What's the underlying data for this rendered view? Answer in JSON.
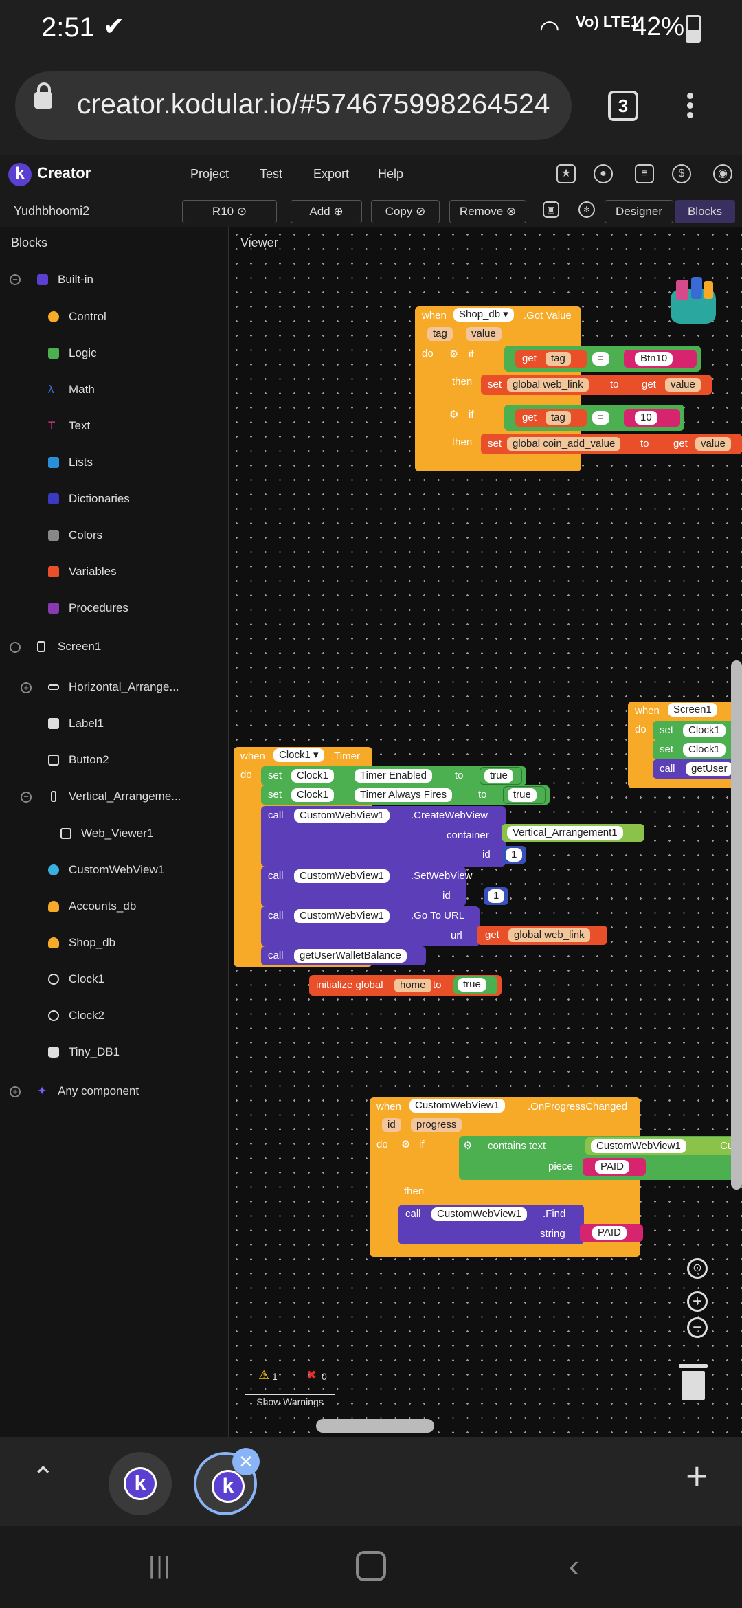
{
  "status": {
    "time": "2:51",
    "check": "✔",
    "net": "Vo) LTE1",
    "battery": "42%"
  },
  "browser": {
    "url": "creator.kodular.io/#574675998264524",
    "tabs": "3"
  },
  "app": {
    "brand": "Creator",
    "menu": [
      "Project",
      "Test",
      "Export",
      "Help"
    ]
  },
  "toolbar": {
    "project": "Yudhbhoomi2",
    "screen": "R10",
    "add": "Add",
    "copy": "Copy",
    "remove": "Remove",
    "designer": "Designer",
    "blocks": "Blocks"
  },
  "sidebar": {
    "title": "Blocks",
    "builtin": "Built-in",
    "items": [
      "Control",
      "Logic",
      "Math",
      "Text",
      "Lists",
      "Dictionaries",
      "Colors",
      "Variables",
      "Procedures"
    ],
    "screen": "Screen1",
    "components": [
      "Horizontal_Arrange...",
      "Label1",
      "Button2",
      "Vertical_Arrangeme...",
      "Web_Viewer1",
      "CustomWebView1",
      "Accounts_db",
      "Shop_db",
      "Clock1",
      "Clock2",
      "Tiny_DB1"
    ],
    "any": "Any component"
  },
  "viewer": {
    "title": "Viewer"
  },
  "blocks": {
    "shop": {
      "when": "when",
      "comp": "Shop_db",
      "event": ".Got Value",
      "p1": "tag",
      "p2": "value",
      "do": "do",
      "if": "if",
      "then": "then",
      "get": "get",
      "tag": "tag",
      "eq": "=",
      "btn10": "Btn10",
      "set": "set",
      "weblink": "global web_link",
      "to": "to",
      "value": "value",
      "ten": "10",
      "coin": "global coin_add_value"
    },
    "screen1": {
      "when": "when",
      "comp": "Screen1",
      "do": "do",
      "set": "set",
      "clock": "Clock1",
      "call": "call",
      "getuser": "getUser"
    },
    "clock": {
      "when": "when",
      "comp": "Clock1",
      "event": ".Timer",
      "do": "do",
      "set": "set",
      "clock": "Clock1",
      "te": "Timer Enabled",
      "taf": "Timer Always Fires",
      "to": "to",
      "true": "true",
      "call": "call",
      "cwv": "CustomWebView1",
      "create": ".CreateWebView",
      "container": "container",
      "va": "Vertical_Arrangement1",
      "id": "id",
      "one": "1",
      "setwv": ".SetWebView",
      "goto": ".Go To URL",
      "url": "url",
      "get": "get",
      "weblink": "global web_link",
      "wallet": "getUserWalletBalance"
    },
    "init": {
      "label": "initialize global",
      "name": "home",
      "to": "to",
      "val": "true"
    },
    "progress": {
      "when": "when",
      "comp": "CustomWebView1",
      "event": ".OnProgressChanged",
      "p1": "id",
      "p2": "progress",
      "do": "do",
      "if": "if",
      "contains": "contains text",
      "cwv": "CustomWebView1",
      "cur": "Cur",
      "piece": "piece",
      "paid": "PAID",
      "then": "then",
      "call": "call",
      "find": ".Find",
      "string": "string"
    }
  },
  "warnings": {
    "warn": "1",
    "error": "0",
    "button": "Show Warnings"
  }
}
